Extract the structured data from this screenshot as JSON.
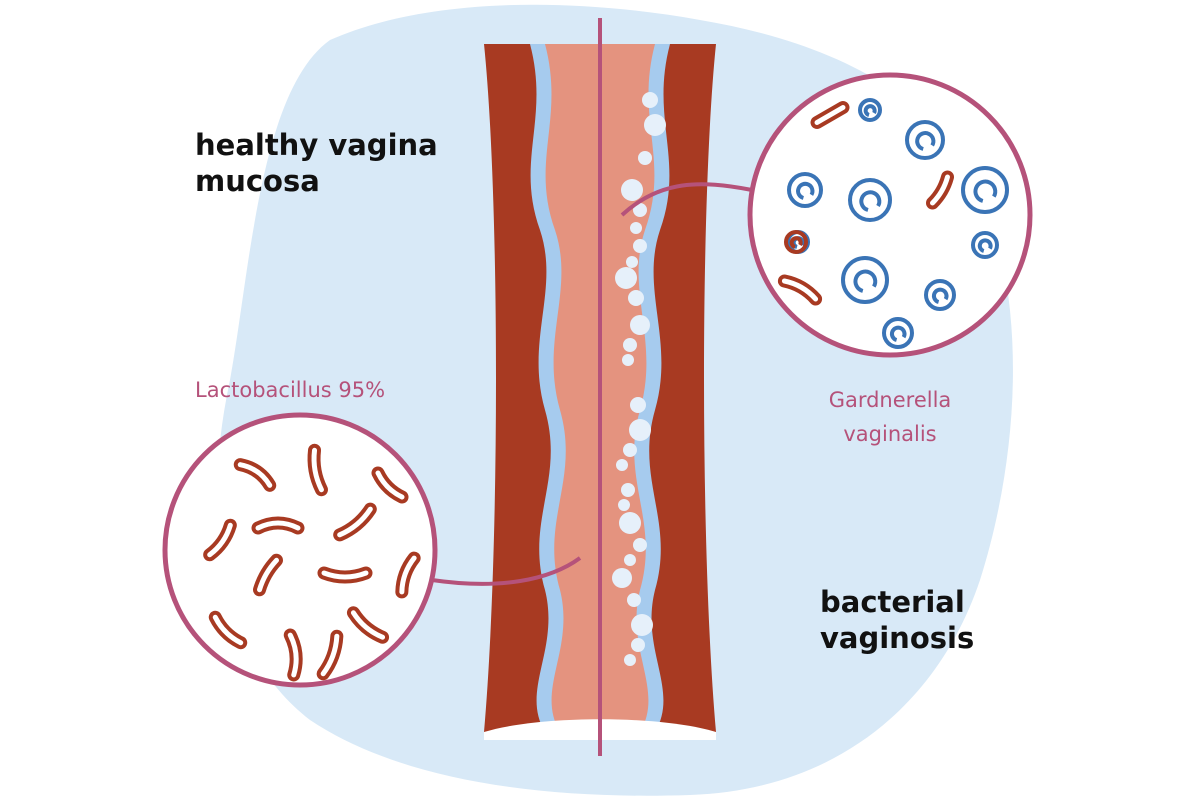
{
  "labels": {
    "healthy_line1": "healthy vagina",
    "healthy_line2": "mucosa",
    "lactobacillus": "Lactobacillus 95%",
    "gardnerella_line1": "Gardnerella",
    "gardnerella_line2": "vaginalis",
    "bv_line1": "bacterial",
    "bv_line2": "vaginosis"
  },
  "colors": {
    "background_blob": "#d8e9f7",
    "tissue_dark": "#a83a22",
    "tissue_light": "#e4937f",
    "lining": "#a6cbee",
    "accent": "#b5527a",
    "gardnerella": "#3a74b6",
    "bubble": "#e6f0fa"
  }
}
